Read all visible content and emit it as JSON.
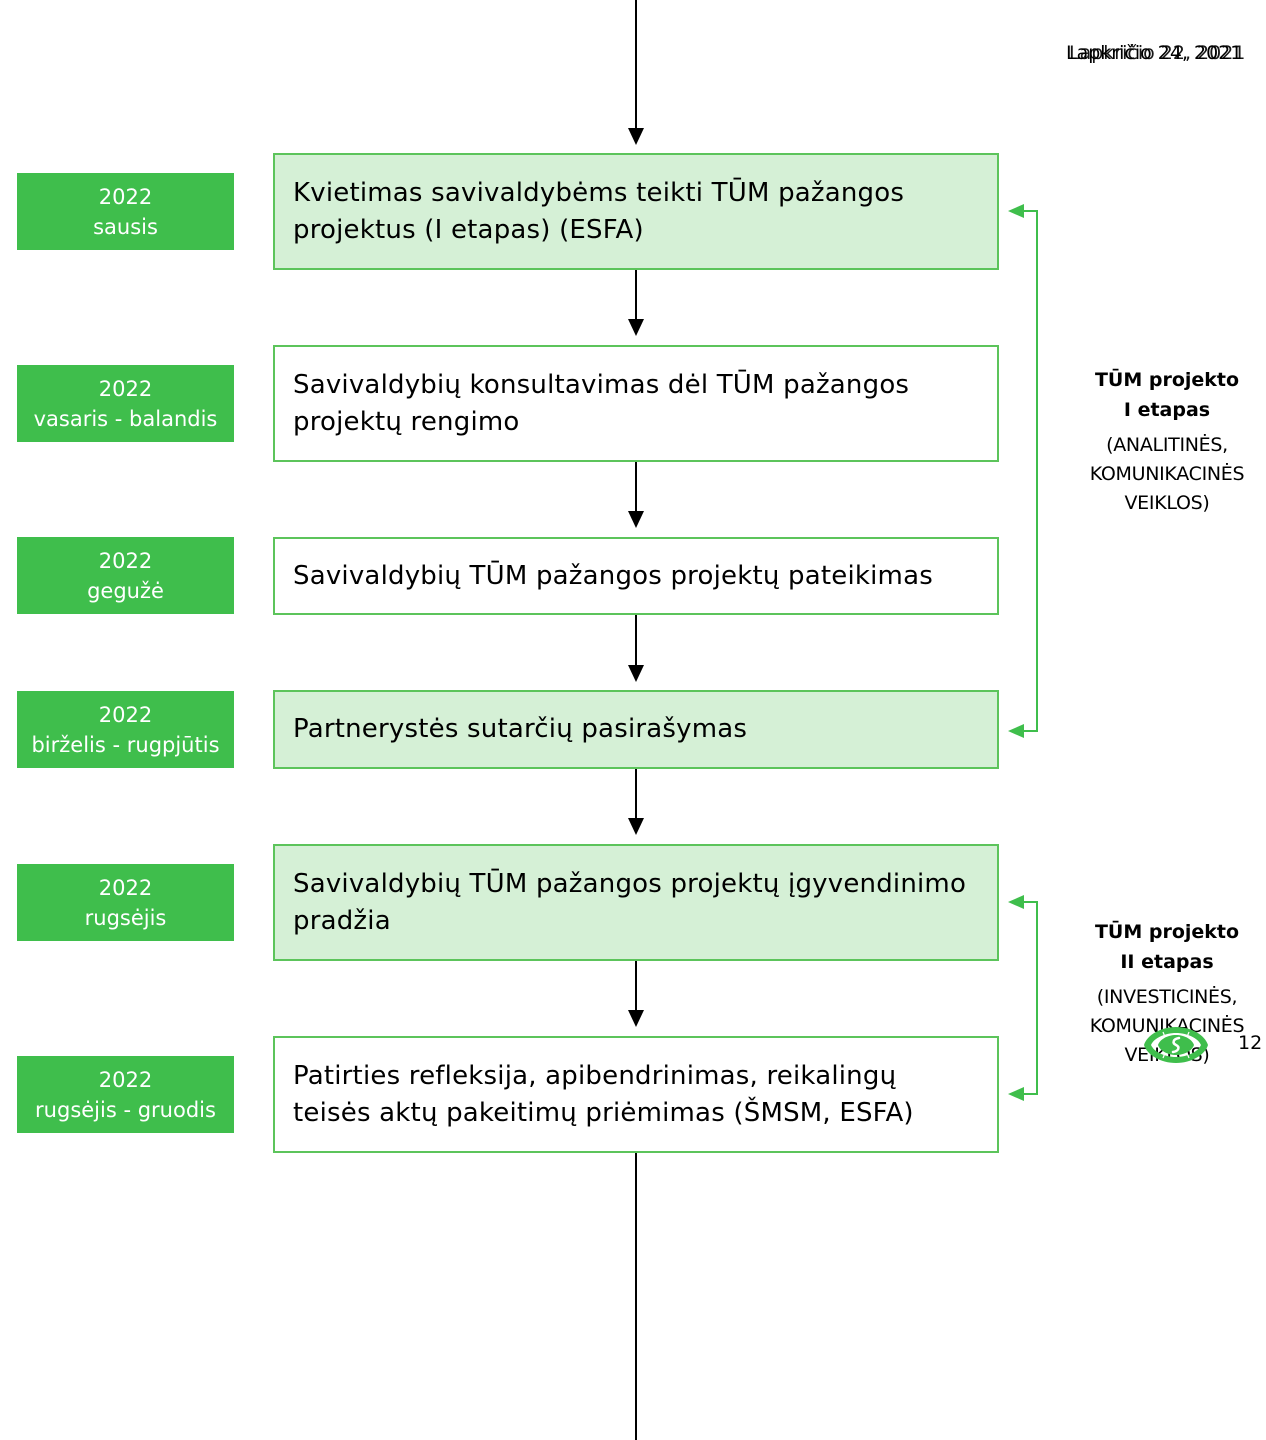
{
  "header": {
    "date_text": "Lapkričio 24, 2021",
    "date_overlay_text": "Lapkričio 22, 2021"
  },
  "colors": {
    "green": "#3fbe4c",
    "light_green_fill": "#d5f0d6",
    "border_green": "#5cc45b",
    "arrow": "#000000"
  },
  "steps": [
    {
      "date_year": "2022",
      "date_period": "sausis",
      "text": "Kvietimas savivaldybėms teikti TŪM pažangos projektus (I etapas) (ESFA)",
      "highlighted": true
    },
    {
      "date_year": "2022",
      "date_period": "vasaris - balandis",
      "text": "Savivaldybių konsultavimas dėl TŪM pažangos projektų rengimo",
      "highlighted": false
    },
    {
      "date_year": "2022",
      "date_period": "gegužė",
      "text": "Savivaldybių TŪM pažangos projektų pateikimas",
      "highlighted": false
    },
    {
      "date_year": "2022",
      "date_period": "birželis - rugpjūtis",
      "text": "Partnerystės sutarčių pasirašymas",
      "highlighted": true
    },
    {
      "date_year": "2022",
      "date_period": "rugsėjis",
      "text": "Savivaldybių TŪM pažangos projektų įgyvendinimo pradžia",
      "highlighted": true
    },
    {
      "date_year": "2022",
      "date_period": "rugsėjis - gruodis",
      "text": "Patirties refleksija, apibendrinimas, reikalingų teisės aktų pakeitimų priėmimas (ŠMSM, ESFA)",
      "highlighted": false
    }
  ],
  "phases": [
    {
      "title_line1": "TŪM projekto",
      "title_line2": "I etapas",
      "sub_line1": "(ANALITINĖS,",
      "sub_line2": "KOMUNIKACINĖS",
      "sub_line3": "VEIKLOS)"
    },
    {
      "title_line1": "TŪM projekto",
      "title_line2": "II etapas",
      "sub_line1": "(INVESTICINĖS,",
      "sub_line2": "KOMUNIKACINĖS",
      "sub_line3": "VEIKLOS)"
    }
  ],
  "footer": {
    "page_number": "12",
    "logo_icon": "organization-logo-icon"
  }
}
